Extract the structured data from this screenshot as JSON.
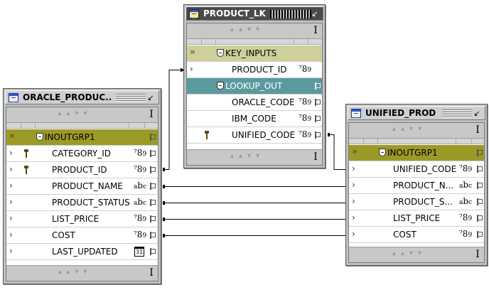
{
  "colors": {
    "olive": "#9c9a27",
    "khaki": "#cfcf9c",
    "teal": "#5a9a9e"
  },
  "lookup_panel": {
    "title": "PRODUCT_LK",
    "title_icon": "lookup-icon",
    "groups": [
      {
        "label": "KEY_INPUTS",
        "fields": [
          {
            "name": "PRODUCT_ID",
            "type_icon": "numeric-type-icon",
            "type_text": "789"
          }
        ]
      },
      {
        "label": "LOOKUP_OUT",
        "fields": [
          {
            "name": "ORACLE_CODE",
            "type_icon": "numeric-type-icon",
            "type_text": "789"
          },
          {
            "name": "IBM_CODE",
            "type_icon": "numeric-type-icon",
            "type_text": "789"
          },
          {
            "name": "UNIFIED_CODE",
            "type_icon": "numeric-type-icon",
            "type_text": "789",
            "key": true
          }
        ]
      }
    ]
  },
  "source_panel": {
    "title": "ORACLE_PRODUC...",
    "title_icon": "table-icon",
    "group": "INOUTGRP1",
    "fields": [
      {
        "name": "CATEGORY_ID",
        "type_text": "789",
        "key": true
      },
      {
        "name": "PRODUCT_ID",
        "type_text": "789",
        "key": true
      },
      {
        "name": "PRODUCT_NAME",
        "type_text": "abc"
      },
      {
        "name": "PRODUCT_STATUS",
        "type_text": "abc"
      },
      {
        "name": "LIST_PRICE",
        "type_text": "789"
      },
      {
        "name": "COST",
        "type_text": "789"
      },
      {
        "name": "LAST_UPDATED",
        "type_text": "31",
        "type_icon": "calendar-icon"
      }
    ]
  },
  "target_panel": {
    "title": "UNIFIED_PROD...",
    "title_icon": "table-icon",
    "group": "INOUTGRP1",
    "fields": [
      {
        "name": "UNIFIED_CODE",
        "type_text": "789"
      },
      {
        "name": "PRODUCT_N...",
        "type_text": "abc"
      },
      {
        "name": "PRODUCT_S...",
        "type_text": "abc"
      },
      {
        "name": "LIST_PRICE",
        "type_text": "789"
      },
      {
        "name": "COST",
        "type_text": "789"
      }
    ]
  }
}
